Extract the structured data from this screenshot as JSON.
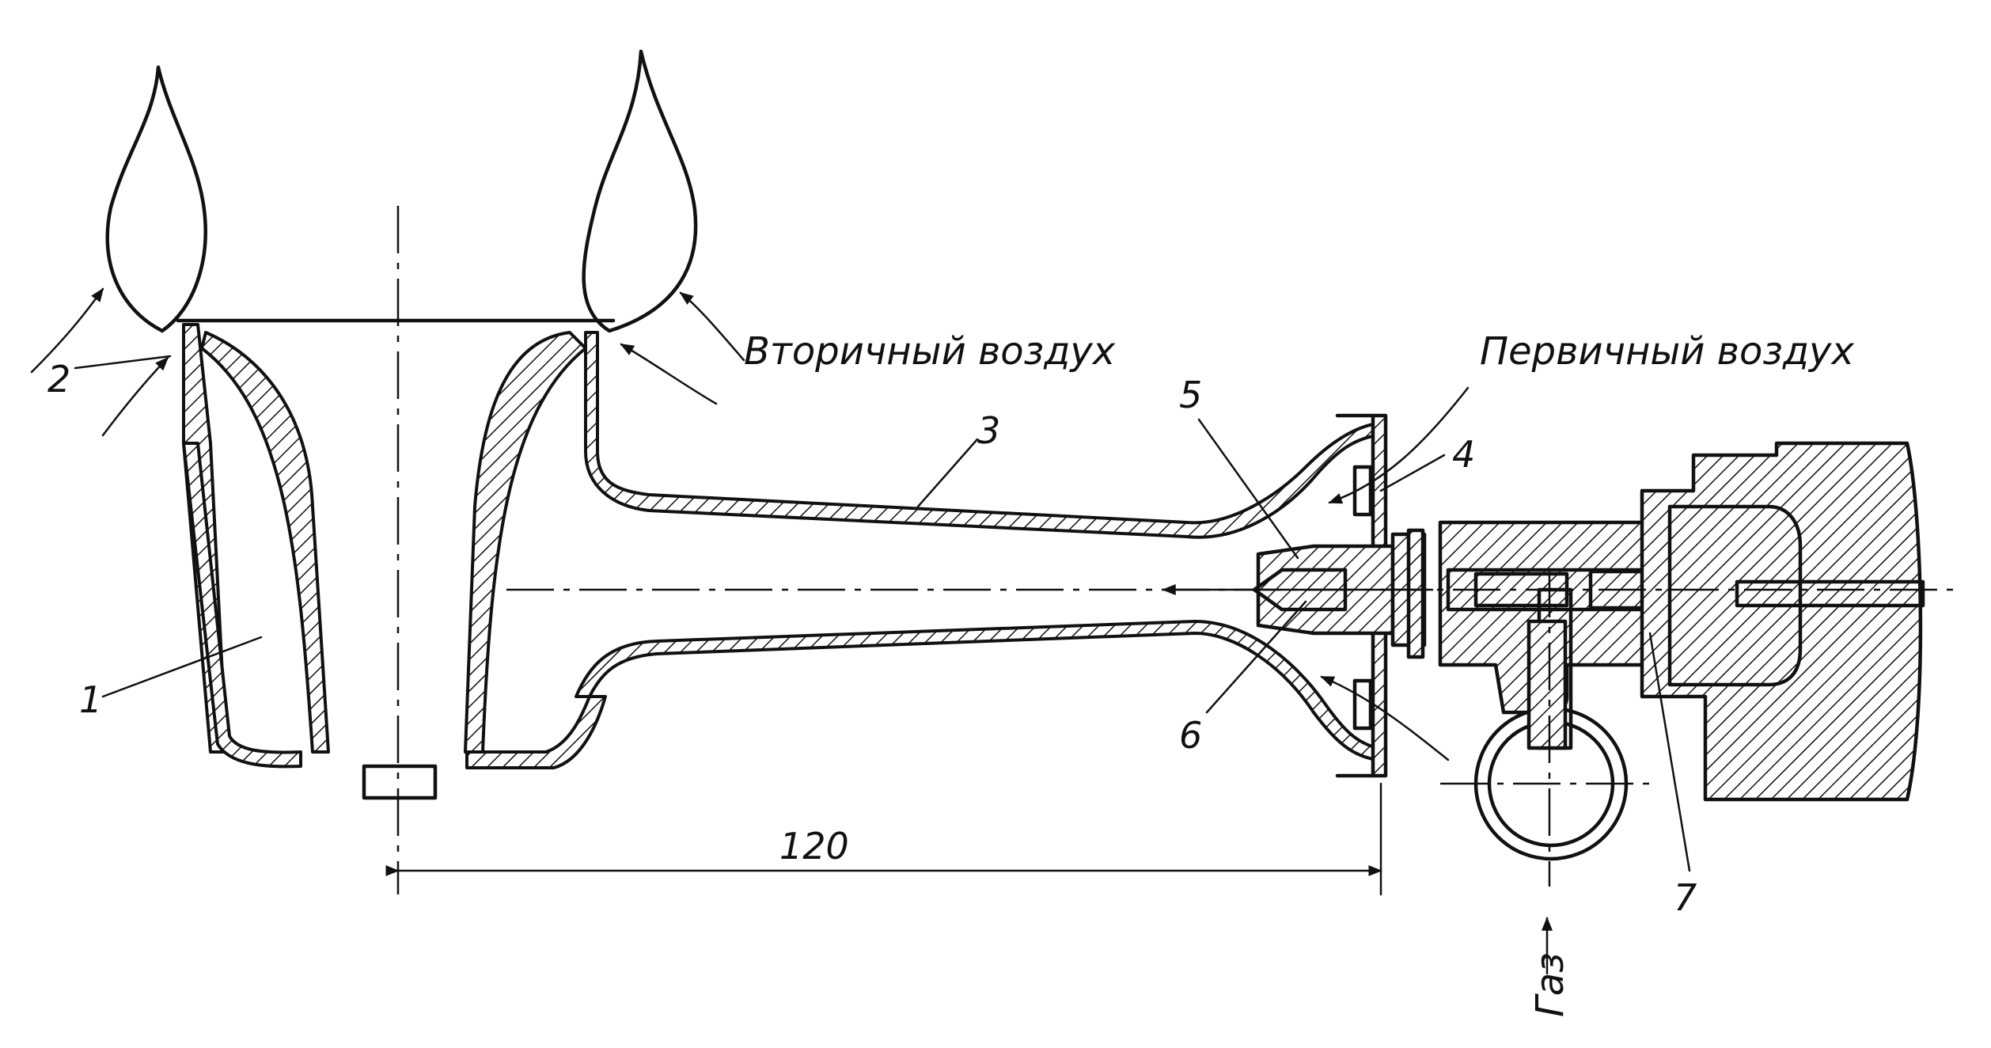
{
  "labels": {
    "part1": "1",
    "part2": "2",
    "part3": "3",
    "part4": "4",
    "part5": "5",
    "part6": "6",
    "part7": "7",
    "secondary_air": "Вторичный воздух",
    "primary_air": "Первичный воздух",
    "gas": "Газ",
    "dimension": "120"
  }
}
